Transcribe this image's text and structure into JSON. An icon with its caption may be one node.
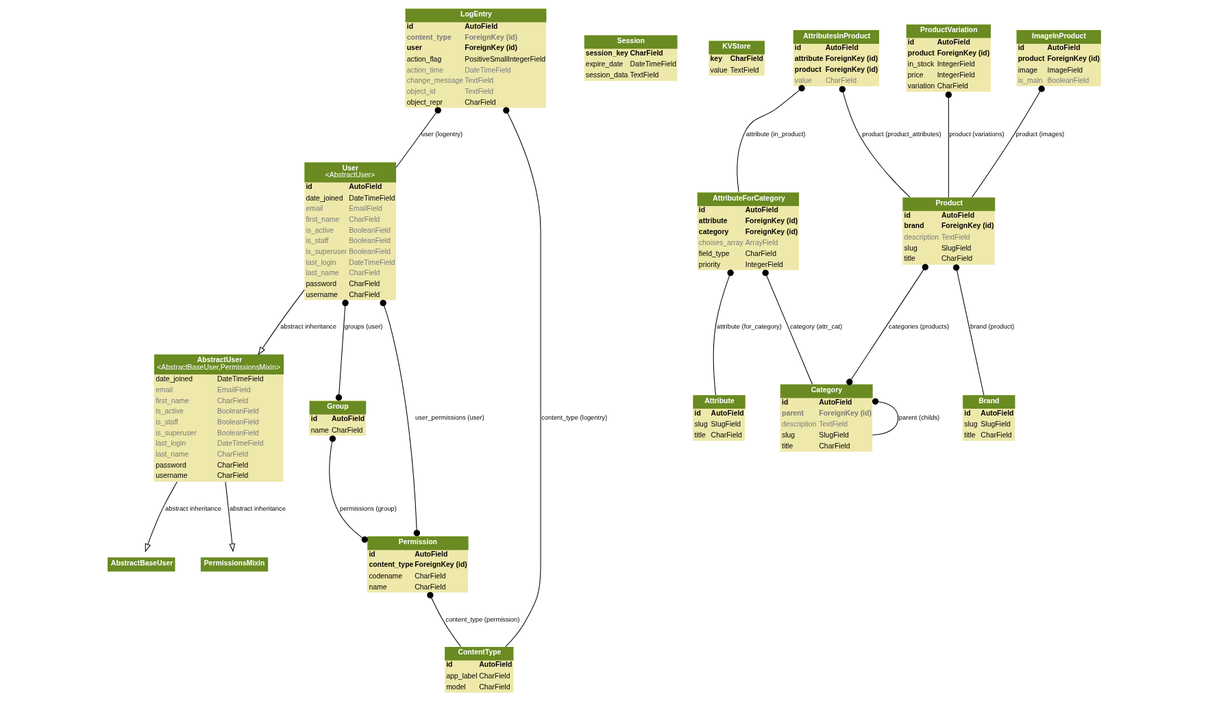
{
  "diagram": {
    "nodes": [
      {
        "text": [
          "LogEntry",
          "id",
          "AutoField",
          "content_type",
          "ForeignKey (id)",
          "user",
          "ForeignKey (id)",
          "action_flag",
          "PositiveSmallIntegerField",
          "action_time",
          "DateTimeField",
          "change_message",
          "TextField",
          "object_id",
          "TextField",
          "object_repr",
          "CharField"
        ]
      },
      {
        "text": [
          "Session",
          "session_key",
          "CharField",
          "expire_date",
          "DateTimeField",
          "session_data",
          "TextField"
        ]
      },
      {
        "text": [
          "KVStore",
          "key",
          "CharField",
          "value",
          "TextField"
        ]
      },
      {
        "text": [
          "AttributesInProduct",
          "id",
          "AutoField",
          "attribute",
          "ForeignKey (id)",
          "product",
          "ForeignKey (id)",
          "value",
          "CharField"
        ]
      },
      {
        "text": [
          "ProductVariation",
          "id",
          "AutoField",
          "product",
          "ForeignKey (id)",
          "in_stock",
          "IntegerField",
          "price",
          "IntegerField",
          "variation",
          "CharField"
        ]
      },
      {
        "text": [
          "ImageInProduct",
          "id",
          "AutoField",
          "product",
          "ForeignKey (id)",
          "image",
          "ImageField",
          "is_main",
          "BooleanField"
        ]
      },
      {
        "text": [
          "User",
          "<AbstractUser>",
          "id",
          "AutoField",
          "date_joined",
          "DateTimeField",
          "email",
          "EmailField",
          "first_name",
          "CharField",
          "is_active",
          "BooleanField",
          "is_staff",
          "BooleanField",
          "is_superuser",
          "BooleanField",
          "last_login",
          "DateTimeField",
          "last_name",
          "CharField",
          "password",
          "CharField",
          "username",
          "CharField"
        ]
      },
      {
        "text": [
          "AttributeForCategory",
          "id",
          "AutoField",
          "attribute",
          "ForeignKey (id)",
          "category",
          "ForeignKey (id)",
          "choises_array",
          "ArrayField",
          "field_type",
          "CharField",
          "priority",
          "IntegerField"
        ]
      },
      {
        "text": [
          "Product",
          "id",
          "AutoField",
          "brand",
          "ForeignKey (id)",
          "description",
          "TextField",
          "slug",
          "SlugField",
          "title",
          "CharField"
        ]
      },
      {
        "text": [
          "AbstractUser",
          "<AbstractBaseUser,PermissionsMixin>",
          "date_joined",
          "DateTimeField",
          "email",
          "EmailField",
          "first_name",
          "CharField",
          "is_active",
          "BooleanField",
          "is_staff",
          "BooleanField",
          "is_superuser",
          "BooleanField",
          "last_login",
          "DateTimeField",
          "last_name",
          "CharField",
          "password",
          "CharField",
          "username",
          "CharField"
        ]
      },
      {
        "text": [
          "Group",
          "id",
          "AutoField",
          "name",
          "CharField"
        ]
      },
      {
        "text": [
          "Attribute",
          "id",
          "AutoField",
          "slug",
          "SlugField",
          "title",
          "CharField"
        ]
      },
      {
        "text": [
          "Category",
          "id",
          "AutoField",
          "parent",
          "ForeignKey (id)",
          "description",
          "TextField",
          "slug",
          "SlugField",
          "title",
          "CharField"
        ]
      },
      {
        "text": [
          "Brand",
          "id",
          "AutoField",
          "slug",
          "SlugField",
          "title",
          "CharField"
        ]
      },
      {
        "text": [
          "Permission",
          "id",
          "AutoField",
          "content_type",
          "ForeignKey (id)",
          "codename",
          "CharField",
          "name",
          "CharField"
        ]
      },
      {
        "text": [
          "AbstractBaseUser"
        ]
      },
      {
        "text": [
          "PermissionsMixin"
        ]
      },
      {
        "text": [
          "ContentType",
          "id",
          "AutoField",
          "app_label",
          "CharField",
          "model",
          "CharField"
        ]
      }
    ],
    "edges": [
      {
        "from": 0,
        "to": 6,
        "arrow": "other",
        "label": "user (logentry)"
      },
      {
        "from": 0,
        "to": 17,
        "arrow": "other",
        "label": "content_type (logentry)"
      },
      {
        "from": 6,
        "to": 9,
        "arrow": "to",
        "label": "abstract inheritance"
      },
      {
        "from": 6,
        "to": 14,
        "arrow": "other",
        "label": "user_permissions (user)"
      },
      {
        "from": 6,
        "to": 10,
        "arrow": "other",
        "label": "groups (user)"
      },
      {
        "from": 10,
        "to": 14,
        "arrow": "other",
        "label": "permissions (group)"
      },
      {
        "from": 14,
        "to": 17,
        "arrow": "other",
        "label": "content_type (permission)"
      },
      {
        "from": 9,
        "to": 15,
        "arrow": "to",
        "label": "abstract inheritance"
      },
      {
        "from": 9,
        "to": 16,
        "arrow": "to",
        "label": "abstract inheritance"
      },
      {
        "from": 3,
        "to": 7,
        "arrow": "other",
        "label": "attribute (in_product)"
      },
      {
        "from": 3,
        "to": 8,
        "arrow": "other",
        "label": "product (product_attributes)"
      },
      {
        "from": 4,
        "to": 8,
        "arrow": "other",
        "label": "product (variations)"
      },
      {
        "from": 5,
        "to": 8,
        "arrow": "other",
        "label": "product (images)"
      },
      {
        "from": 7,
        "to": 11,
        "arrow": "other",
        "label": "attribute (for_category)"
      },
      {
        "from": 7,
        "to": 12,
        "arrow": "other",
        "label": "category (attr_cat)"
      },
      {
        "from": 8,
        "to": 12,
        "arrow": "other",
        "label": "categories (products)"
      },
      {
        "from": 8,
        "to": 13,
        "arrow": "other",
        "label": "brand (product)"
      },
      {
        "from": 12,
        "to": 12,
        "arrow": "other",
        "label": "parent (childs)"
      }
    ]
  }
}
